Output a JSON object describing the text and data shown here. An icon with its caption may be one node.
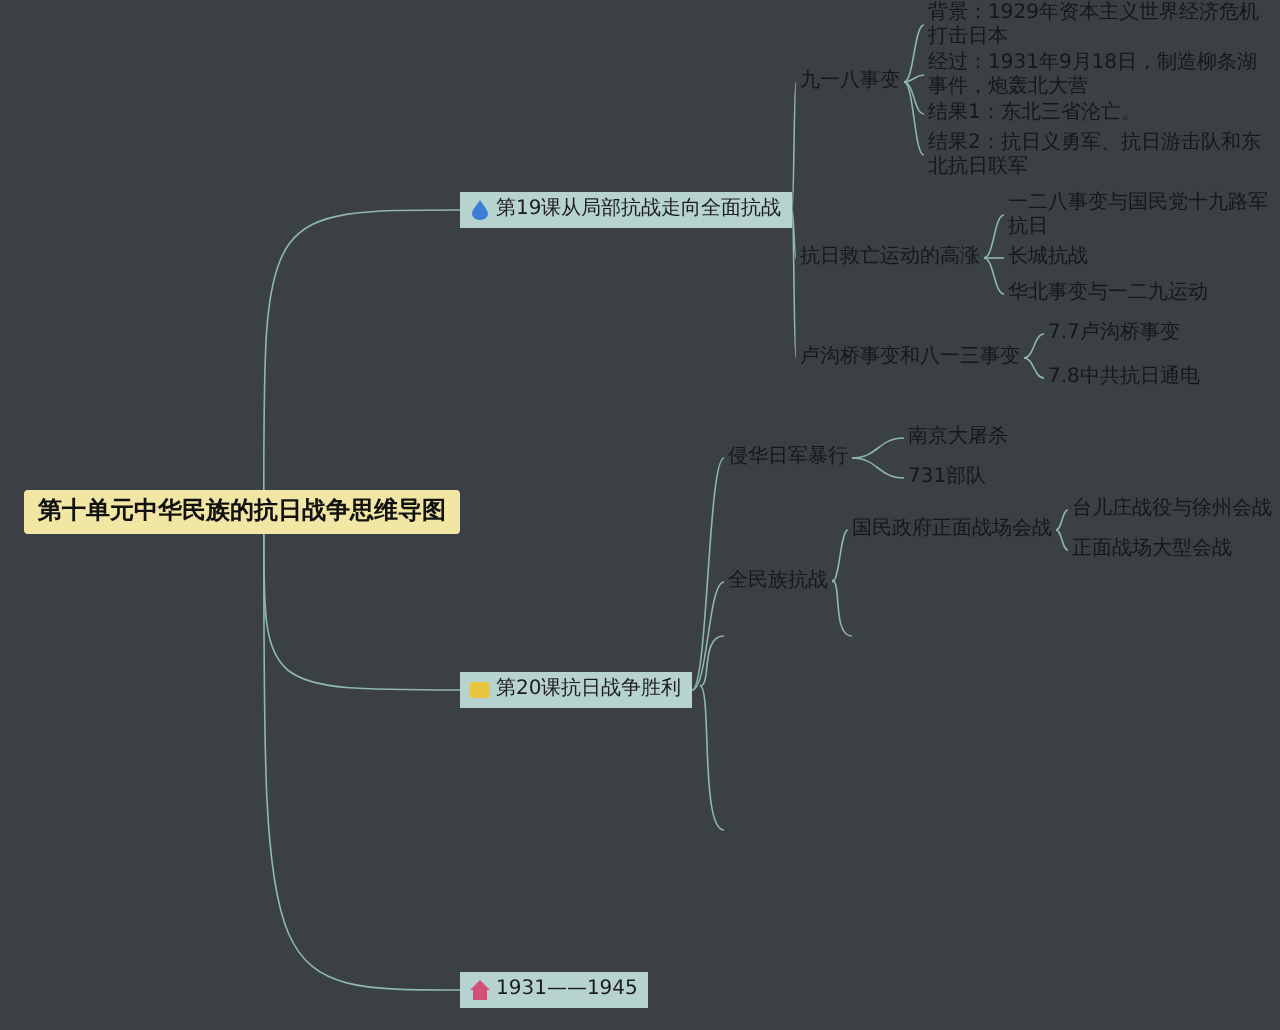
{
  "diagram": {
    "nodes": [
      {
        "text": [
          "第十单元中华民族的抗日战争思维导图"
        ]
      },
      {
        "text": [
          "第19课从局部抗战走向全面抗战"
        ]
      },
      {
        "text": [
          "九一八事变"
        ]
      },
      {
        "text": [
          "背景：1929年资本主义世界经济危机打击日本"
        ]
      },
      {
        "text": [
          "经过：1931年9月18日，制造柳条湖事件，炮轰北大营"
        ]
      },
      {
        "text": [
          "结果1：东北三省沦亡。"
        ]
      },
      {
        "text": [
          "结果2：抗日义勇军、抗日游击队和东北抗日联军"
        ]
      },
      {
        "text": [
          "抗日救亡运动的高涨"
        ]
      },
      {
        "text": [
          "一二八事变与国民党十九路军抗日"
        ]
      },
      {
        "text": [
          "长城抗战"
        ]
      },
      {
        "text": [
          "华北事变与一二九运动"
        ]
      },
      {
        "text": [
          "卢沟桥事变和八一三事变"
        ]
      },
      {
        "text": [
          "7.7卢沟桥事变"
        ]
      },
      {
        "text": [
          "7.8中共抗日通电"
        ]
      },
      {
        "text": [
          "第20课抗日战争胜利"
        ]
      },
      {
        "text": [
          "侵华日军暴行"
        ]
      },
      {
        "text": [
          "南京大屠杀"
        ]
      },
      {
        "text": [
          "731部队"
        ]
      },
      {
        "text": [
          "全民族抗战"
        ]
      },
      {
        "text": [
          "国民政府正面战场会战"
        ]
      },
      {
        "text": [
          "台儿庄战役与徐州会战"
        ]
      },
      {
        "text": [
          "正面战场大型会战"
        ]
      },
      {
        "text": [
          "1931——1945"
        ]
      }
    ],
    "edges": [
      {
        "from": 0,
        "to": 1,
        "arrow": "none"
      },
      {
        "from": 1,
        "to": 2,
        "arrow": "none"
      },
      {
        "from": 2,
        "to": 3,
        "arrow": "none"
      },
      {
        "from": 2,
        "to": 4,
        "arrow": "none"
      },
      {
        "from": 2,
        "to": 5,
        "arrow": "none"
      },
      {
        "from": 2,
        "to": 6,
        "arrow": "none"
      },
      {
        "from": 1,
        "to": 7,
        "arrow": "none"
      },
      {
        "from": 7,
        "to": 8,
        "arrow": "none"
      },
      {
        "from": 7,
        "to": 9,
        "arrow": "none"
      },
      {
        "from": 7,
        "to": 10,
        "arrow": "none"
      },
      {
        "from": 1,
        "to": 11,
        "arrow": "none"
      },
      {
        "from": 11,
        "to": 12,
        "arrow": "none"
      },
      {
        "from": 11,
        "to": 13,
        "arrow": "none"
      },
      {
        "from": 0,
        "to": 14,
        "arrow": "none"
      },
      {
        "from": 14,
        "to": 15,
        "arrow": "none"
      },
      {
        "from": 15,
        "to": 16,
        "arrow": "none"
      },
      {
        "from": 15,
        "to": 17,
        "arrow": "none"
      },
      {
        "from": 14,
        "to": 18,
        "arrow": "none"
      },
      {
        "from": 18,
        "to": 19,
        "arrow": "none"
      },
      {
        "from": 19,
        "to": 20,
        "arrow": "none"
      },
      {
        "from": 19,
        "to": 21,
        "arrow": "none"
      },
      {
        "from": 0,
        "to": 22,
        "arrow": "none"
      }
    ]
  }
}
